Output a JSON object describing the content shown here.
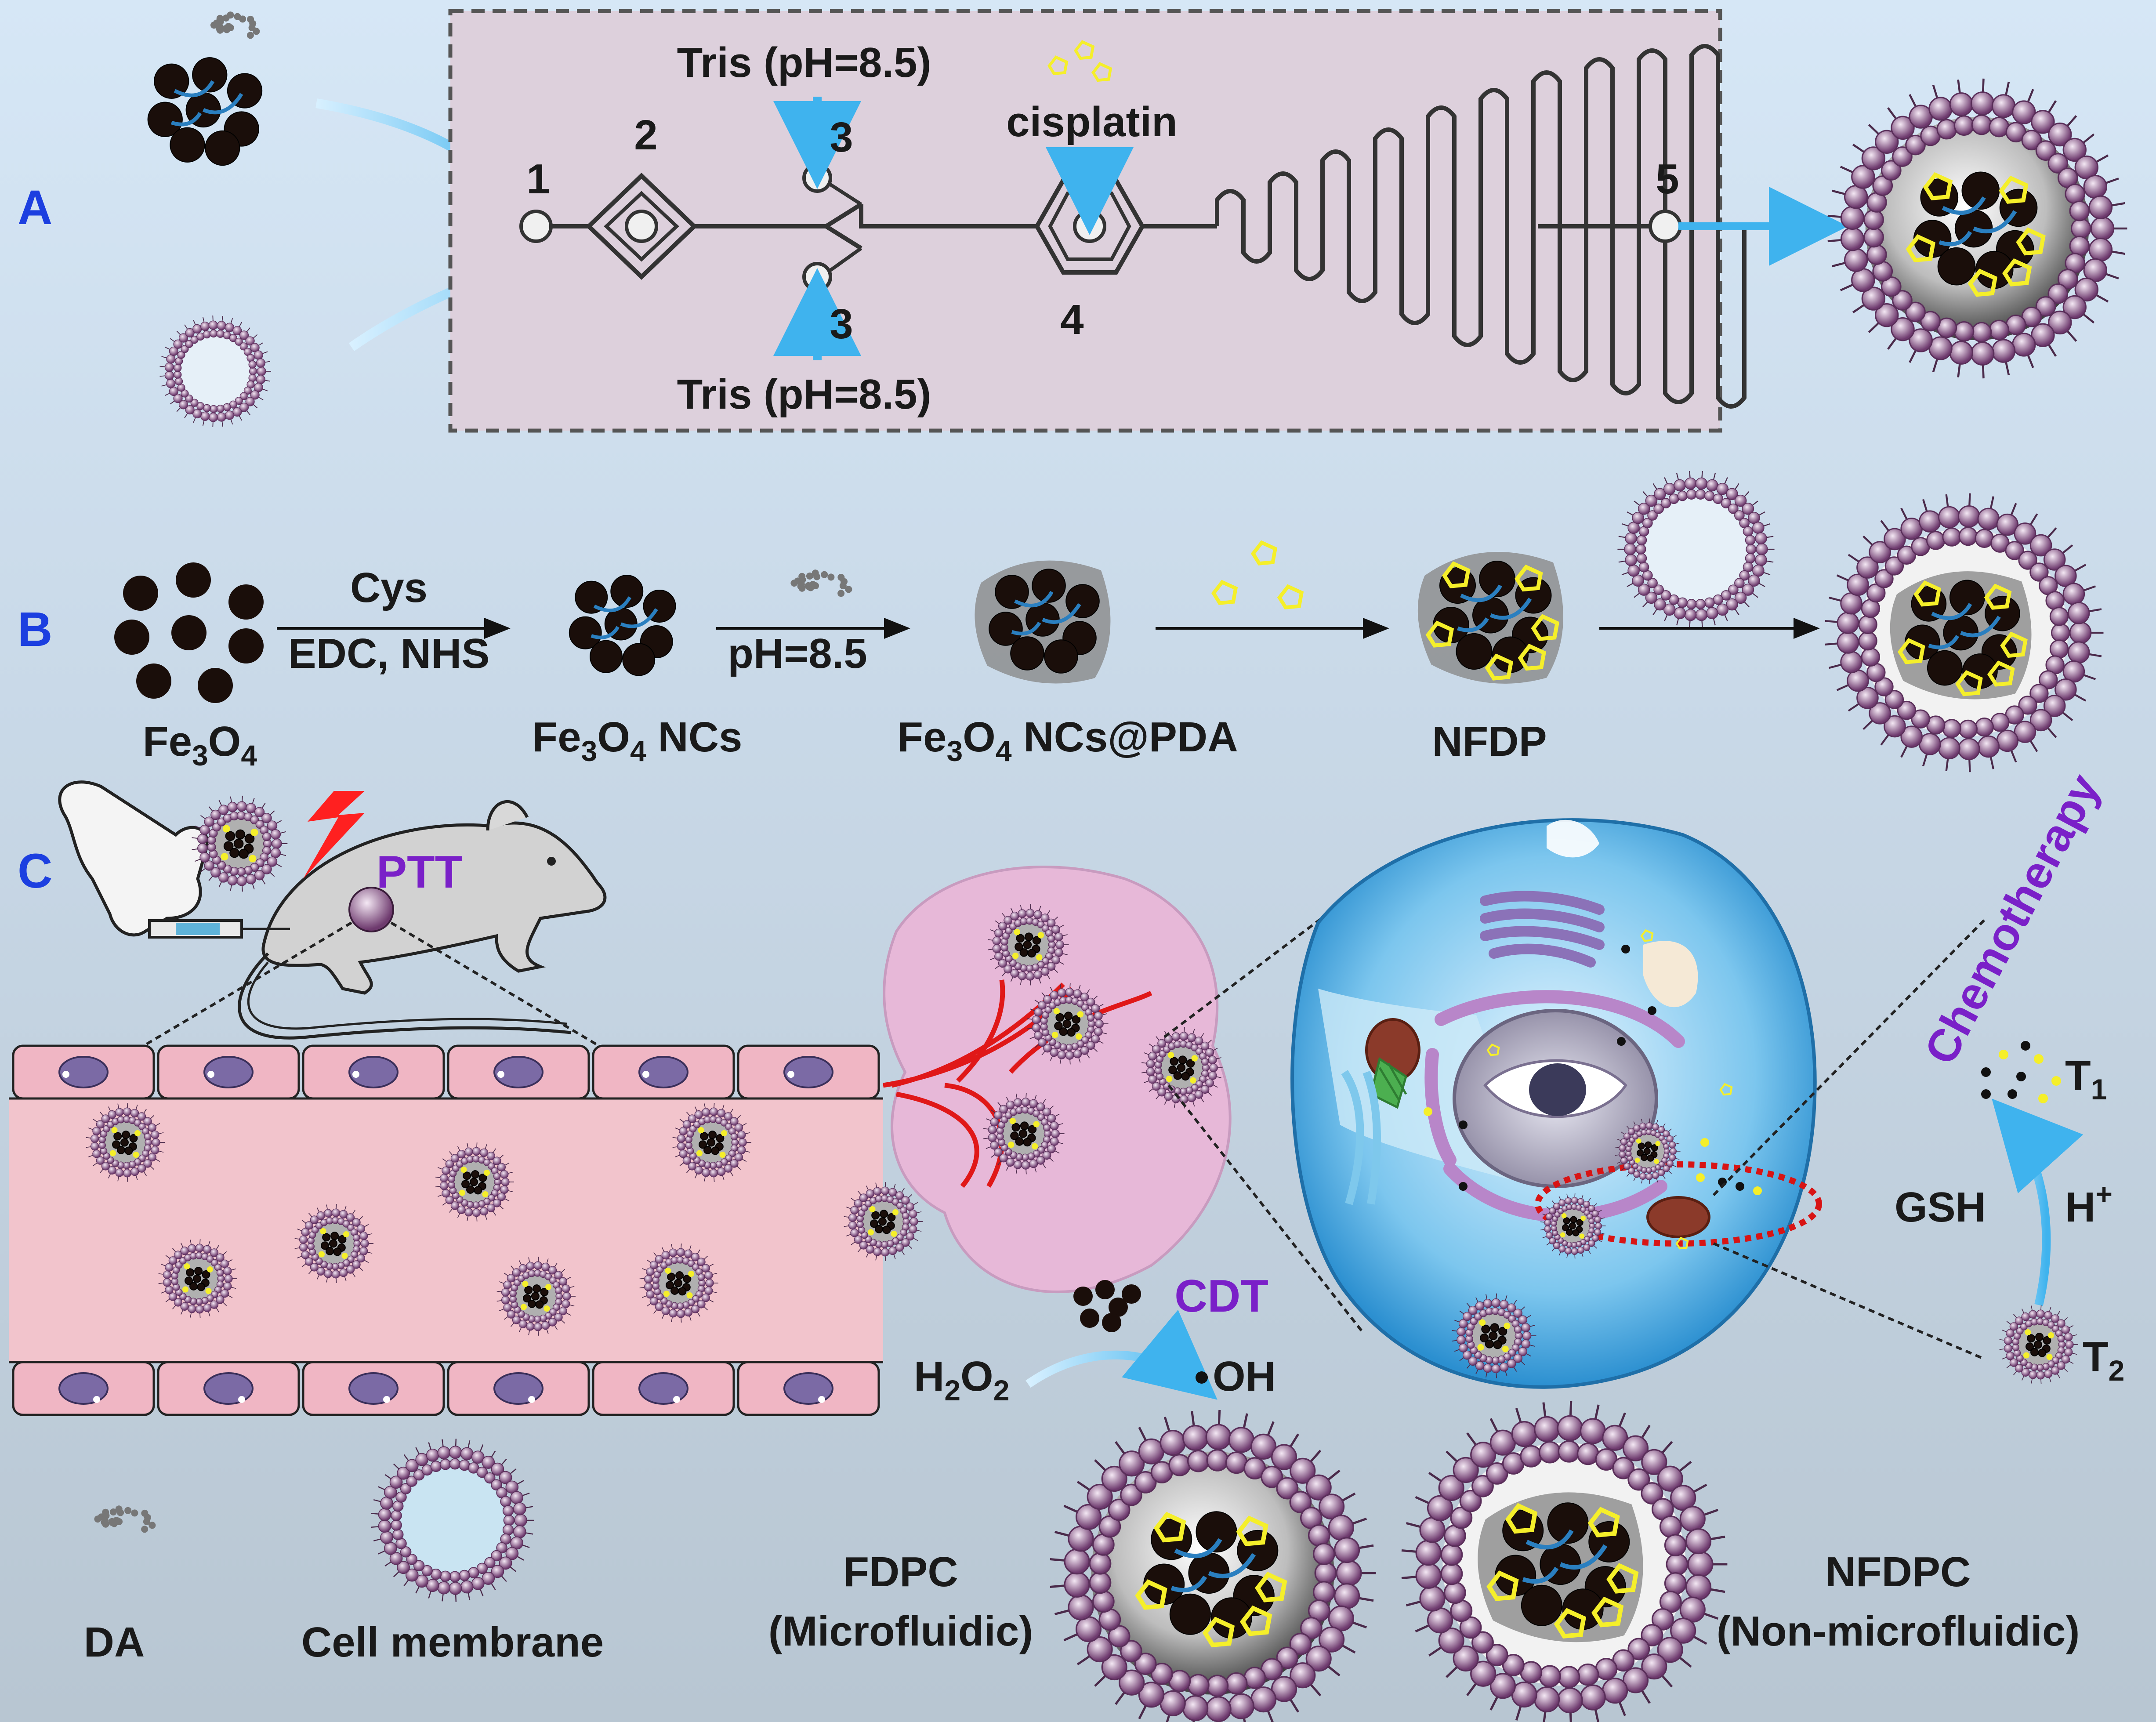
{
  "panels": {
    "a": "A",
    "b": "B",
    "c": "C"
  },
  "chip": {
    "inlet1": "1",
    "inlet2": "2",
    "inlet3_top": "3",
    "inlet3_bottom": "3",
    "inlet4": "4",
    "outlet5": "5",
    "tris_top": "Tris (pH=8.5)",
    "tris_bottom": "Tris (pH=8.5)",
    "cisplatin": "cisplatin"
  },
  "synthesis": {
    "arrow1_top": "Cys",
    "arrow1_bottom": "EDC, NHS",
    "arrow2_bottom": "pH=8.5",
    "fe3o4": {
      "base": "Fe",
      "sub1": "3",
      "mid": "O",
      "sub2": "4"
    },
    "nc_suffix": " NCs",
    "pda_suffix": " NCs@PDA",
    "nfdp": "NFDP"
  },
  "therapy": {
    "ptt": "PTT",
    "cdt": "CDT",
    "chemotherapy": "Chemotherapy",
    "h2o2": {
      "base": "H",
      "sub1": "2",
      "mid": "O",
      "sub2": "2"
    },
    "oh": "OH",
    "gsh": "GSH",
    "hplus": "H",
    "hplus_sup": "+",
    "t1": "T",
    "t1_sub": "1",
    "t2": "T",
    "t2_sub": "2"
  },
  "legend": {
    "da": "DA",
    "membrane": "Cell membrane",
    "fdpc": "FDPC",
    "fdpc_sub": "(Microfluidic)",
    "nfdpc": "NFDPC",
    "nfdpc_sub": "(Non-microfluidic)"
  },
  "colors": {
    "panel_label": "#1c3fe0",
    "accent_purple": "#7a20c8",
    "chip_fill": "#ddd0dc",
    "flow_arrow": "#58bff0",
    "vessel": "#f2c4cc",
    "membrane": "#8a4f8a",
    "cisplatin": "#f5ef2a"
  }
}
